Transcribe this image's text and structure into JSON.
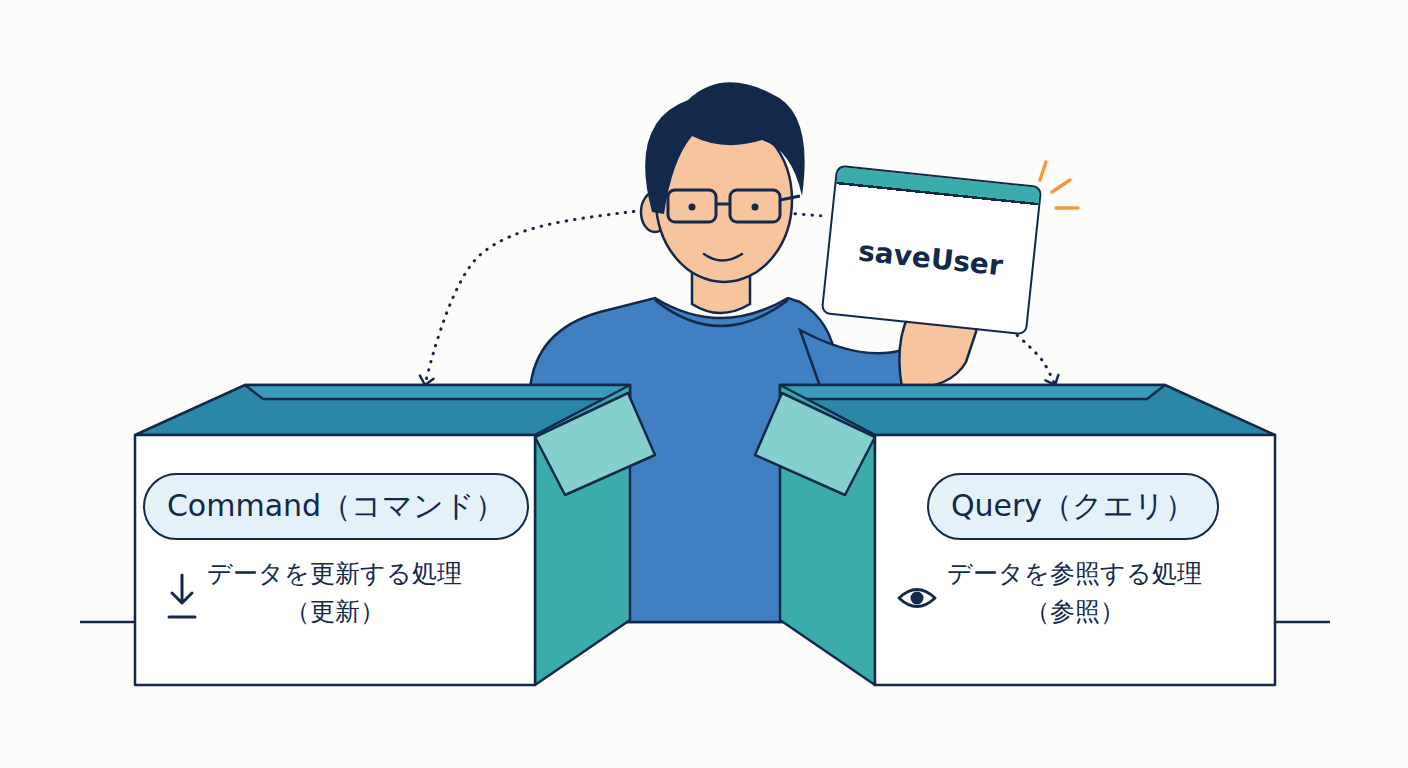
{
  "diagram": {
    "nodes": [
      {
        "text": [
          "saveUser"
        ]
      },
      {
        "text": [
          "データを更新する処理 （更新）"
        ]
      },
      {
        "text": [
          "Command（コマンド）"
        ],
        "in": 1
      },
      {
        "text": [
          "データを参照する処理 （参照）"
        ]
      },
      {
        "text": [
          "Query（クエリ）"
        ],
        "in": 3
      }
    ],
    "edges": [
      {
        "from": 0,
        "to": 1,
        "arrow": "to"
      },
      {
        "from": 0,
        "to": 3,
        "arrow": "to"
      }
    ]
  }
}
